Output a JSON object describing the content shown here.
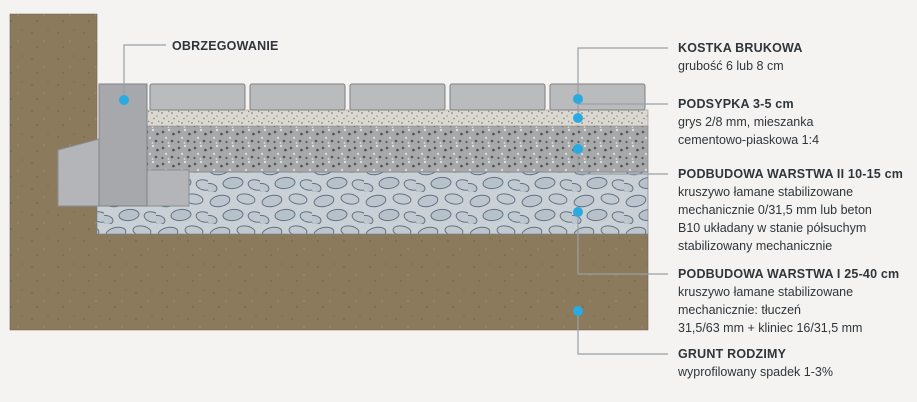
{
  "diagram": {
    "edge_label": {
      "title": "OBRZEGOWANIE"
    },
    "right_labels": [
      {
        "title": "KOSTKA BRUKOWA",
        "lines": [
          "grubość 6 lub 8 cm"
        ]
      },
      {
        "title": "PODSYPKA 3-5 cm",
        "lines": [
          "grys 2/8 mm, mieszanka",
          "cementowo-piaskowa 1:4"
        ]
      },
      {
        "title": "PODBUDOWA WARSTWA II 10-15 cm",
        "lines": [
          "kruszywo łamane stabilizowane",
          "mechanicznie 0/31,5 mm lub beton",
          "B10 układany w stanie półsuchym",
          "stabilizowany mechanicznie"
        ]
      },
      {
        "title": "PODBUDOWA WARSTWA I 25-40 cm",
        "lines": [
          "kruszywo łamane stabilizowane",
          "mechanicznie: tłuczeń",
          "31,5/63 mm + kliniec 16/31,5 mm"
        ]
      },
      {
        "title": "GRUNT RODZIMY",
        "lines": [
          "wyprofilowany spadek 1-3%"
        ]
      }
    ],
    "colors": {
      "marker": "#29aae1",
      "soil": "#8b7a5c",
      "paver": "#b9bbbd",
      "curb": "#a6a8ab",
      "footing": "#b3b5b8",
      "leader_line": "#9aa0a5",
      "text": "#2f353a",
      "background": "#f4f3f1"
    }
  }
}
